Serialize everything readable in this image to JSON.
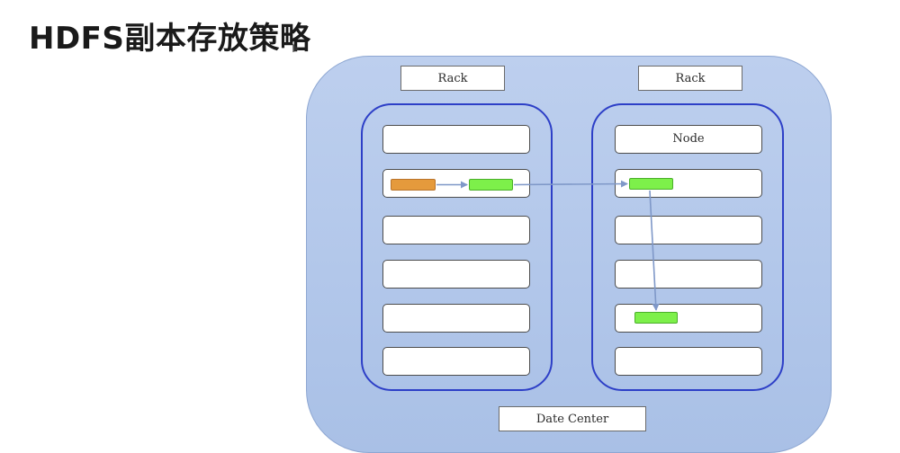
{
  "title": "HDFS副本存放策略",
  "data_center": {
    "label": "Date Center"
  },
  "racks": [
    {
      "label": "Rack",
      "nodes": [
        "",
        "",
        "",
        "",
        "",
        ""
      ]
    },
    {
      "label": "Rack",
      "nodes": [
        "Node",
        "",
        "",
        "",
        "",
        ""
      ]
    }
  ],
  "colors": {
    "primary_block": "#e59a3c",
    "replica_block": "#7df04a",
    "rack_border": "#2d3fc7",
    "datacenter_fill": "#b6caec",
    "arrow": "#7f98c8"
  }
}
